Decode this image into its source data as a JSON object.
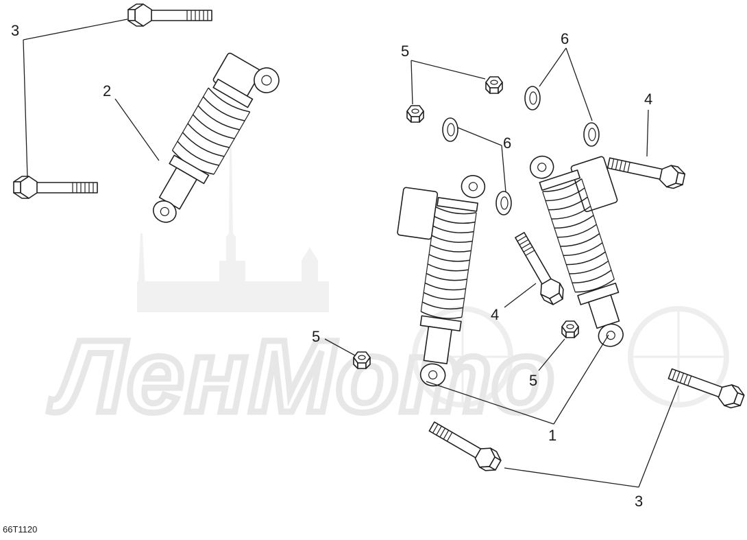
{
  "diagram": {
    "drawing_code": "66T1120",
    "callouts": [
      {
        "id": "c3a",
        "text": "3"
      },
      {
        "id": "c2",
        "text": "2"
      },
      {
        "id": "c5a",
        "text": "5"
      },
      {
        "id": "c6a",
        "text": "6"
      },
      {
        "id": "c6b",
        "text": "6"
      },
      {
        "id": "c4a",
        "text": "4"
      },
      {
        "id": "c4b",
        "text": "4"
      },
      {
        "id": "c5b",
        "text": "5"
      },
      {
        "id": "c5c",
        "text": "5"
      },
      {
        "id": "c1",
        "text": "1"
      },
      {
        "id": "c3b",
        "text": "3"
      }
    ],
    "watermark": {
      "text": "ЛенМото"
    },
    "colors": {
      "line": "#1f1f1f",
      "watermark": "#e7e7e7",
      "background": "#ffffff"
    }
  }
}
